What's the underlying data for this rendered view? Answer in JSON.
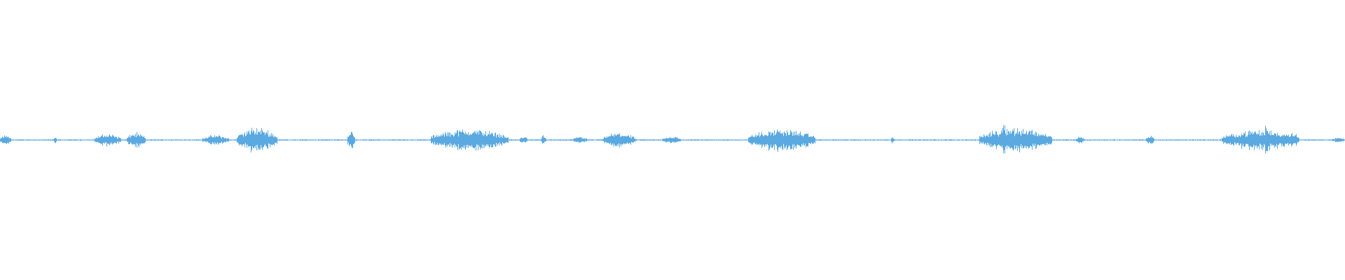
{
  "waveform": {
    "color": "#5aa9e0",
    "baseline_amplitude": 0.006,
    "bursts": [
      {
        "start": 0.0,
        "end": 0.008,
        "peak": 0.04
      },
      {
        "start": 0.04,
        "end": 0.042,
        "peak": 0.03
      },
      {
        "start": 0.07,
        "end": 0.09,
        "peak": 0.05
      },
      {
        "start": 0.094,
        "end": 0.108,
        "peak": 0.06
      },
      {
        "start": 0.15,
        "end": 0.17,
        "peak": 0.04
      },
      {
        "start": 0.176,
        "end": 0.206,
        "peak": 0.1
      },
      {
        "start": 0.258,
        "end": 0.264,
        "peak": 0.08
      },
      {
        "start": 0.32,
        "end": 0.378,
        "peak": 0.09
      },
      {
        "start": 0.386,
        "end": 0.392,
        "peak": 0.03
      },
      {
        "start": 0.402,
        "end": 0.406,
        "peak": 0.04
      },
      {
        "start": 0.426,
        "end": 0.436,
        "peak": 0.03
      },
      {
        "start": 0.448,
        "end": 0.472,
        "peak": 0.06
      },
      {
        "start": 0.492,
        "end": 0.506,
        "peak": 0.03
      },
      {
        "start": 0.556,
        "end": 0.606,
        "peak": 0.09
      },
      {
        "start": 0.662,
        "end": 0.665,
        "peak": 0.03
      },
      {
        "start": 0.728,
        "end": 0.782,
        "peak": 0.1
      },
      {
        "start": 0.745,
        "end": 0.748,
        "peak": 0.2
      },
      {
        "start": 0.8,
        "end": 0.806,
        "peak": 0.03
      },
      {
        "start": 0.852,
        "end": 0.858,
        "peak": 0.04
      },
      {
        "start": 0.908,
        "end": 0.966,
        "peak": 0.08
      },
      {
        "start": 0.94,
        "end": 0.943,
        "peak": 0.17
      },
      {
        "start": 0.952,
        "end": 0.966,
        "peak": 0.07
      },
      {
        "start": 0.99,
        "end": 1.0,
        "peak": 0.02
      }
    ]
  }
}
